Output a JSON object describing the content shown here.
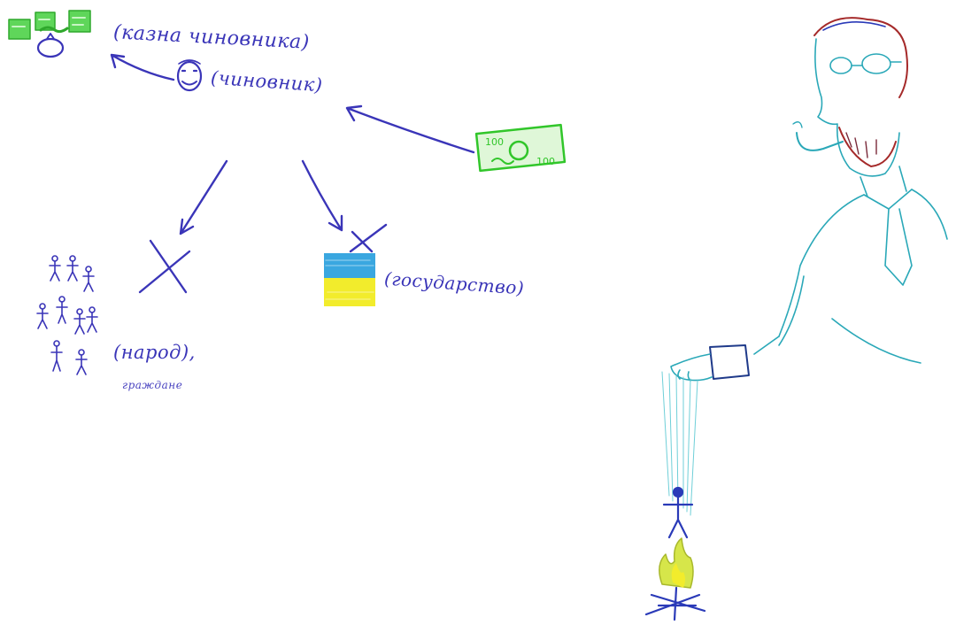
{
  "labels": {
    "treasury": "(казна чиновника)",
    "official": "(чиновник)",
    "state": "(государство)",
    "people": "(народ),",
    "citizens": "граждане"
  },
  "colors": {
    "ink_blue": "#3a35b8",
    "money_green": "#31c62a",
    "flag_blue": "#3aa7e0",
    "flag_yellow": "#f2ec2c",
    "portrait_cyan": "#2aa8b8",
    "beard_red": "#a52a2a",
    "fire_yellow": "#d6e64a"
  },
  "icons": [
    "money-bag-icon",
    "banknote-icon",
    "ukraine-flag-icon",
    "smiley-face-icon",
    "stick-figure-crowd-icon",
    "official-portrait",
    "puppet-figure-icon",
    "campfire-icon"
  ]
}
